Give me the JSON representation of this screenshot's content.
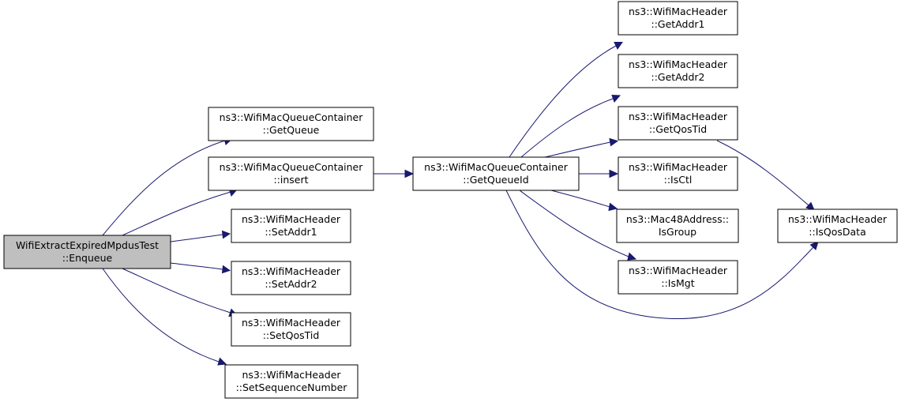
{
  "root": {
    "line1": "WifiExtractExpiredMpdusTest",
    "line2": "::Enqueue"
  },
  "callees_level1": [
    {
      "id": "getqueue",
      "line1": "ns3::WifiMacQueueContainer",
      "line2": "::GetQueue"
    },
    {
      "id": "insert",
      "line1": "ns3::WifiMacQueueContainer",
      "line2": "::insert"
    },
    {
      "id": "setaddr1",
      "line1": "ns3::WifiMacHeader",
      "line2": "::SetAddr1"
    },
    {
      "id": "setaddr2",
      "line1": "ns3::WifiMacHeader",
      "line2": "::SetAddr2"
    },
    {
      "id": "setqostid",
      "line1": "ns3::WifiMacHeader",
      "line2": "::SetQosTid"
    },
    {
      "id": "setseq",
      "line1": "ns3::WifiMacHeader",
      "line2": "::SetSequenceNumber"
    }
  ],
  "getqueueid": {
    "line1": "ns3::WifiMacQueueContainer",
    "line2": "::GetQueueId"
  },
  "callees_level3": [
    {
      "id": "getaddr1",
      "line1": "ns3::WifiMacHeader",
      "line2": "::GetAddr1"
    },
    {
      "id": "getaddr2",
      "line1": "ns3::WifiMacHeader",
      "line2": "::GetAddr2"
    },
    {
      "id": "getqostid",
      "line1": "ns3::WifiMacHeader",
      "line2": "::GetQosTid"
    },
    {
      "id": "isctl",
      "line1": "ns3::WifiMacHeader",
      "line2": "::IsCtl"
    },
    {
      "id": "isgroup",
      "line1": "ns3::Mac48Address::",
      "line2": "IsGroup"
    },
    {
      "id": "ismgt",
      "line1": "ns3::WifiMacHeader",
      "line2": "::IsMgt"
    }
  ],
  "isqosdata": {
    "line1": "ns3::WifiMacHeader",
    "line2": "::IsQosData"
  },
  "colors": {
    "edge": "#191970",
    "root_fill": "#bfbfbf",
    "node_fill": "#ffffff",
    "node_stroke": "#000000"
  }
}
